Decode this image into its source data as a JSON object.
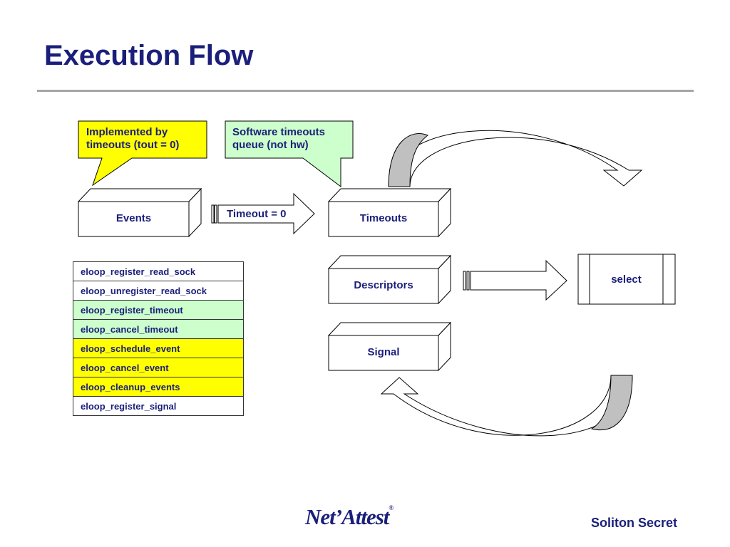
{
  "title": "Execution Flow",
  "callouts": {
    "events_note": "Implemented by timeouts (tout = 0)",
    "timeouts_note": "Software timeouts queue (not hw)"
  },
  "boxes": {
    "events": "Events",
    "timeouts": "Timeouts",
    "descriptors": "Descriptors",
    "signal": "Signal",
    "select": "select"
  },
  "arrow_label": "Timeout = 0",
  "functions": [
    {
      "name": "eloop_register_read_sock",
      "color": "#ffffff"
    },
    {
      "name": "eloop_unregister_read_sock",
      "color": "#ffffff"
    },
    {
      "name": "eloop_register_timeout",
      "color": "#ccffcc"
    },
    {
      "name": "eloop_cancel_timeout",
      "color": "#ccffcc"
    },
    {
      "name": "eloop_schedule_event",
      "color": "#ffff00"
    },
    {
      "name": "eloop_cancel_event",
      "color": "#ffff00"
    },
    {
      "name": "eloop_cleanup_events",
      "color": "#ffff00"
    },
    {
      "name": "eloop_register_signal",
      "color": "#ffffff"
    }
  ],
  "logo": {
    "name": "Net’Attest",
    "mark": "®"
  },
  "footer": "Soliton Secret",
  "colors": {
    "title": "#1b1f7a",
    "yellow_callout": "#ffff00",
    "green_callout": "#ccffcc",
    "curve_shadow": "#c0c0c0"
  }
}
